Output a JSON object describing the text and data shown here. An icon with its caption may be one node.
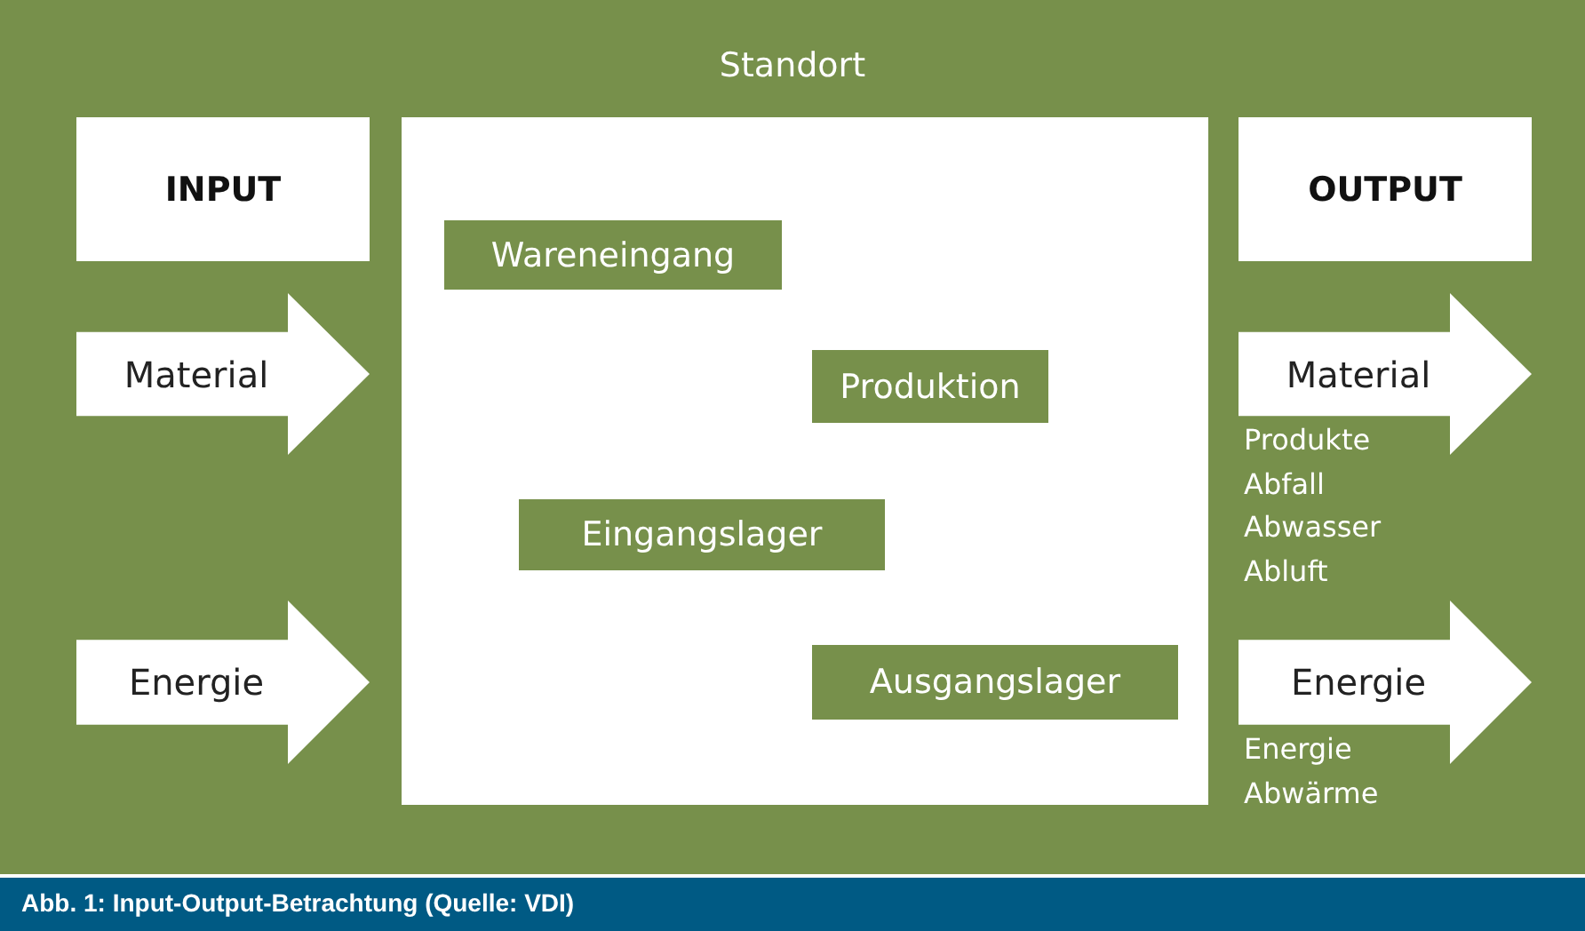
{
  "diagram": {
    "caption": "Abb. 1: Input-Output-Betrachtung (Quelle: VDI)",
    "nodes": [
      {
        "text": [
          "Standort"
        ]
      },
      {
        "text": [
          "INPUT"
        ],
        "in": 0
      },
      {
        "text": [
          "Material"
        ],
        "in": 0
      },
      {
        "text": [
          "Energie"
        ],
        "in": 0
      },
      {
        "text": [],
        "shape": "box",
        "in": 0
      },
      {
        "text": [
          "Wareneingang"
        ],
        "in": 4
      },
      {
        "text": [
          "Produktion"
        ],
        "in": 4
      },
      {
        "text": [
          "Eingangslager"
        ],
        "in": 4
      },
      {
        "text": [
          "Ausgangslager"
        ],
        "in": 4
      },
      {
        "text": [
          "OUTPUT"
        ],
        "in": 0
      },
      {
        "text": [
          "Material"
        ],
        "in": 0,
        "beside": [
          "Produkte",
          "Abfall",
          "Abwasser",
          "Abluft"
        ]
      },
      {
        "text": [
          "Energie"
        ],
        "in": 0,
        "beside": [
          "Energie",
          "Abwärme"
        ]
      }
    ],
    "edges": []
  }
}
